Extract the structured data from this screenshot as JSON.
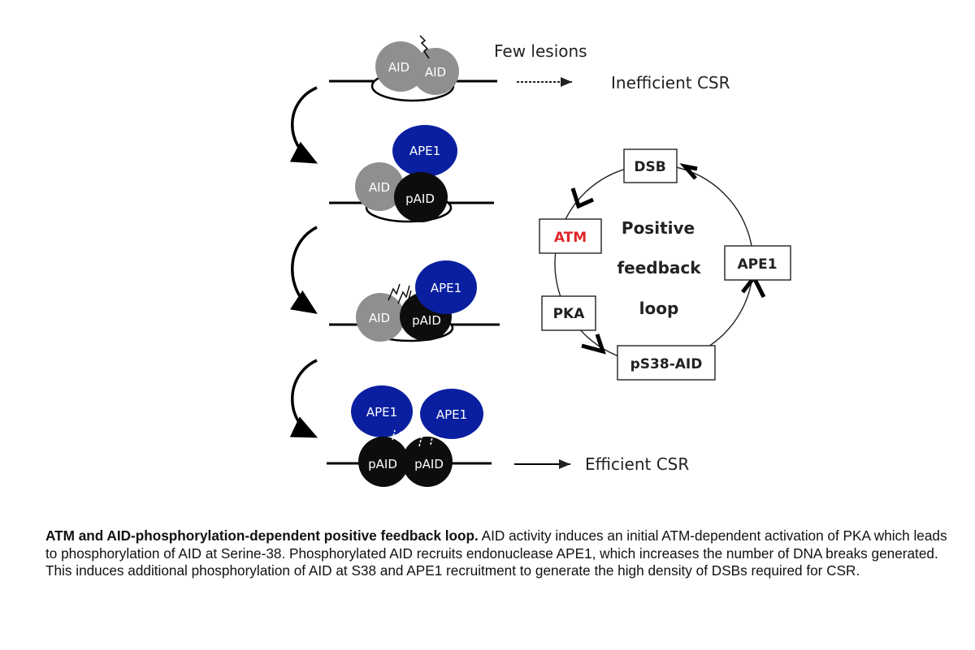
{
  "colors": {
    "aid": "#8f8f8f",
    "paid": "#0d0d0d",
    "ape1": "#0a1fa0",
    "atm_text": "#e0262a",
    "line": "#000000"
  },
  "stages": [
    {
      "proteins": [
        "AID",
        "AID"
      ],
      "annotation_top": "Few lesions",
      "outcome": "Inefficient CSR",
      "arrow_style": "dashed"
    },
    {
      "proteins": [
        "APE1",
        "AID",
        "pAID"
      ]
    },
    {
      "proteins": [
        "APE1",
        "AID",
        "pAID"
      ]
    },
    {
      "proteins": [
        "APE1",
        "APE1",
        "pAID",
        "pAID"
      ],
      "outcome": "Efficient CSR",
      "arrow_style": "solid"
    }
  ],
  "loop": {
    "center_lines": [
      "Positive",
      "feedback",
      "loop"
    ],
    "nodes": {
      "dsb": "DSB",
      "atm": "ATM",
      "pka": "PKA",
      "ps38": "pS38-AID",
      "ape1": "APE1"
    }
  },
  "caption": {
    "title": "ATM and AID-phosphorylation-dependent positive feedback loop.",
    "body": " AID activity induces an initial ATM-dependent activation of PKA which leads to phosphorylation of AID at Serine-38. Phosphorylated AID recruits endonuclease APE1, which increases the number of DNA breaks generated.  This induces additional phosphorylation of AID at S38 and APE1 recruitment to generate the high density of DSBs required for CSR."
  }
}
